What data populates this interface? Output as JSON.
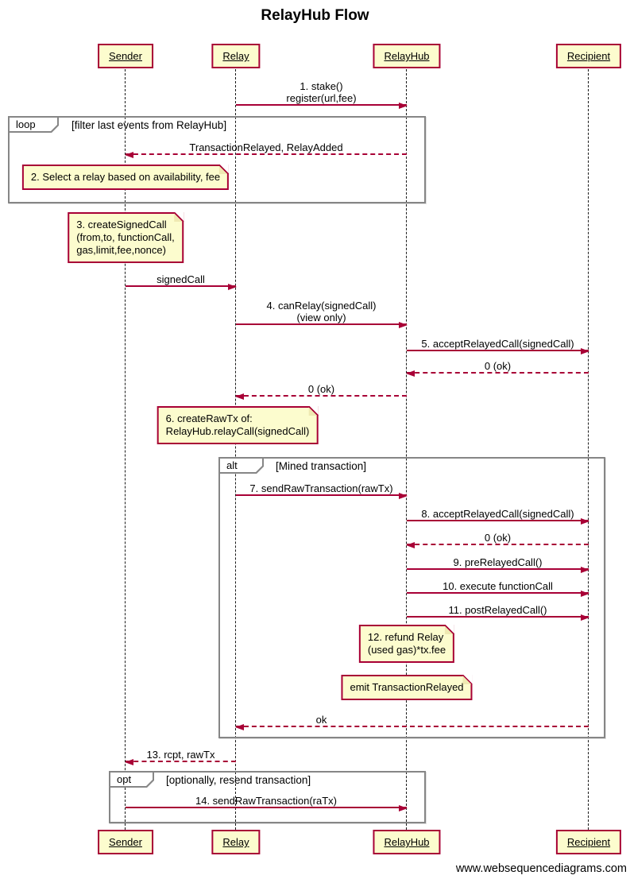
{
  "title": "RelayHub Flow",
  "footer": "www.websequencediagrams.com",
  "colors": {
    "accent": "#a80036",
    "fill": "#fcfcce",
    "frame_border": "#868686"
  },
  "actors": [
    {
      "name": "Sender"
    },
    {
      "name": "Relay"
    },
    {
      "name": "RelayHub"
    },
    {
      "name": "Recipient"
    }
  ],
  "frames": [
    {
      "type": "loop",
      "condition": "[filter last events from RelayHub]"
    },
    {
      "type": "alt",
      "condition": "[Mined transaction]"
    },
    {
      "type": "opt",
      "condition": "[optionally, resend transaction]"
    }
  ],
  "messages": [
    {
      "from": "Relay",
      "to": "RelayHub",
      "style": "solid",
      "lines": [
        "1. stake()",
        "register(url,fee)"
      ]
    },
    {
      "from": "RelayHub",
      "to": "Sender",
      "style": "dashed",
      "lines": [
        "TransactionRelayed, RelayAdded"
      ]
    },
    {
      "from": "Sender",
      "to": "Relay",
      "style": "solid",
      "lines": [
        "signedCall"
      ]
    },
    {
      "from": "Relay",
      "to": "RelayHub",
      "style": "solid",
      "lines": [
        "4. canRelay(signedCall)",
        "(view only)"
      ]
    },
    {
      "from": "RelayHub",
      "to": "Recipient",
      "style": "solid",
      "lines": [
        "5. acceptRelayedCall(signedCall)"
      ]
    },
    {
      "from": "Recipient",
      "to": "RelayHub",
      "style": "dashed",
      "lines": [
        "0 (ok)"
      ]
    },
    {
      "from": "RelayHub",
      "to": "Relay",
      "style": "dashed",
      "lines": [
        "0 (ok)"
      ]
    },
    {
      "from": "Relay",
      "to": "RelayHub",
      "style": "solid",
      "lines": [
        "7. sendRawTransaction(rawTx)"
      ]
    },
    {
      "from": "RelayHub",
      "to": "Recipient",
      "style": "solid",
      "lines": [
        "8. acceptRelayedCall(signedCall)"
      ]
    },
    {
      "from": "Recipient",
      "to": "RelayHub",
      "style": "dashed",
      "lines": [
        "0 (ok)"
      ]
    },
    {
      "from": "RelayHub",
      "to": "Recipient",
      "style": "solid",
      "lines": [
        "9. preRelayedCall()"
      ]
    },
    {
      "from": "RelayHub",
      "to": "Recipient",
      "style": "solid",
      "lines": [
        "10. execute functionCall"
      ]
    },
    {
      "from": "RelayHub",
      "to": "Recipient",
      "style": "solid",
      "lines": [
        "11. postRelayedCall()"
      ]
    },
    {
      "from": "Recipient",
      "to": "Relay",
      "style": "dashed",
      "lines": [
        "ok"
      ]
    },
    {
      "from": "Relay",
      "to": "Sender",
      "style": "dashed",
      "lines": [
        "13. rcpt, rawTx"
      ]
    },
    {
      "from": "Sender",
      "to": "RelayHub",
      "style": "solid",
      "lines": [
        "14. sendRawTransaction(raTx)"
      ]
    }
  ],
  "notes": [
    {
      "lines": [
        "2. Select a relay based on availability, fee"
      ]
    },
    {
      "lines": [
        "3. createSignedCall",
        "(from,to, functionCall,",
        "gas,limit,fee,nonce)"
      ]
    },
    {
      "lines": [
        "6. createRawTx of:",
        "RelayHub.relayCall(signedCall)"
      ]
    },
    {
      "lines": [
        "12. refund Relay",
        "(used gas)*tx.fee"
      ]
    },
    {
      "lines": [
        "emit TransactionRelayed"
      ]
    }
  ]
}
